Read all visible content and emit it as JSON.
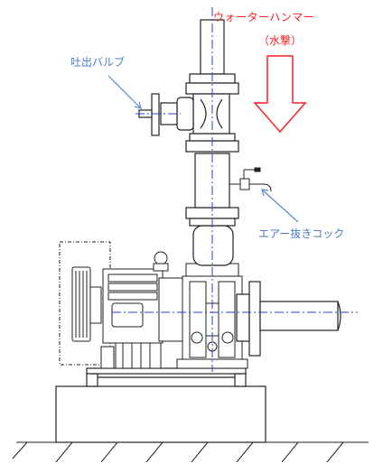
{
  "labels": {
    "water_hammer": "ウォーターハンマー",
    "water_hammer_sub": "（水撃）",
    "discharge_valve": "吐出バルブ",
    "air_vent_cock": "エアー抜きコック"
  },
  "colors": {
    "water_hammer_text": "#ff2020",
    "callout_text": "#4a7ec4",
    "callout_arrow": "#5b8bd0",
    "centerline": "#2b3fd6",
    "outline": "#222222"
  }
}
